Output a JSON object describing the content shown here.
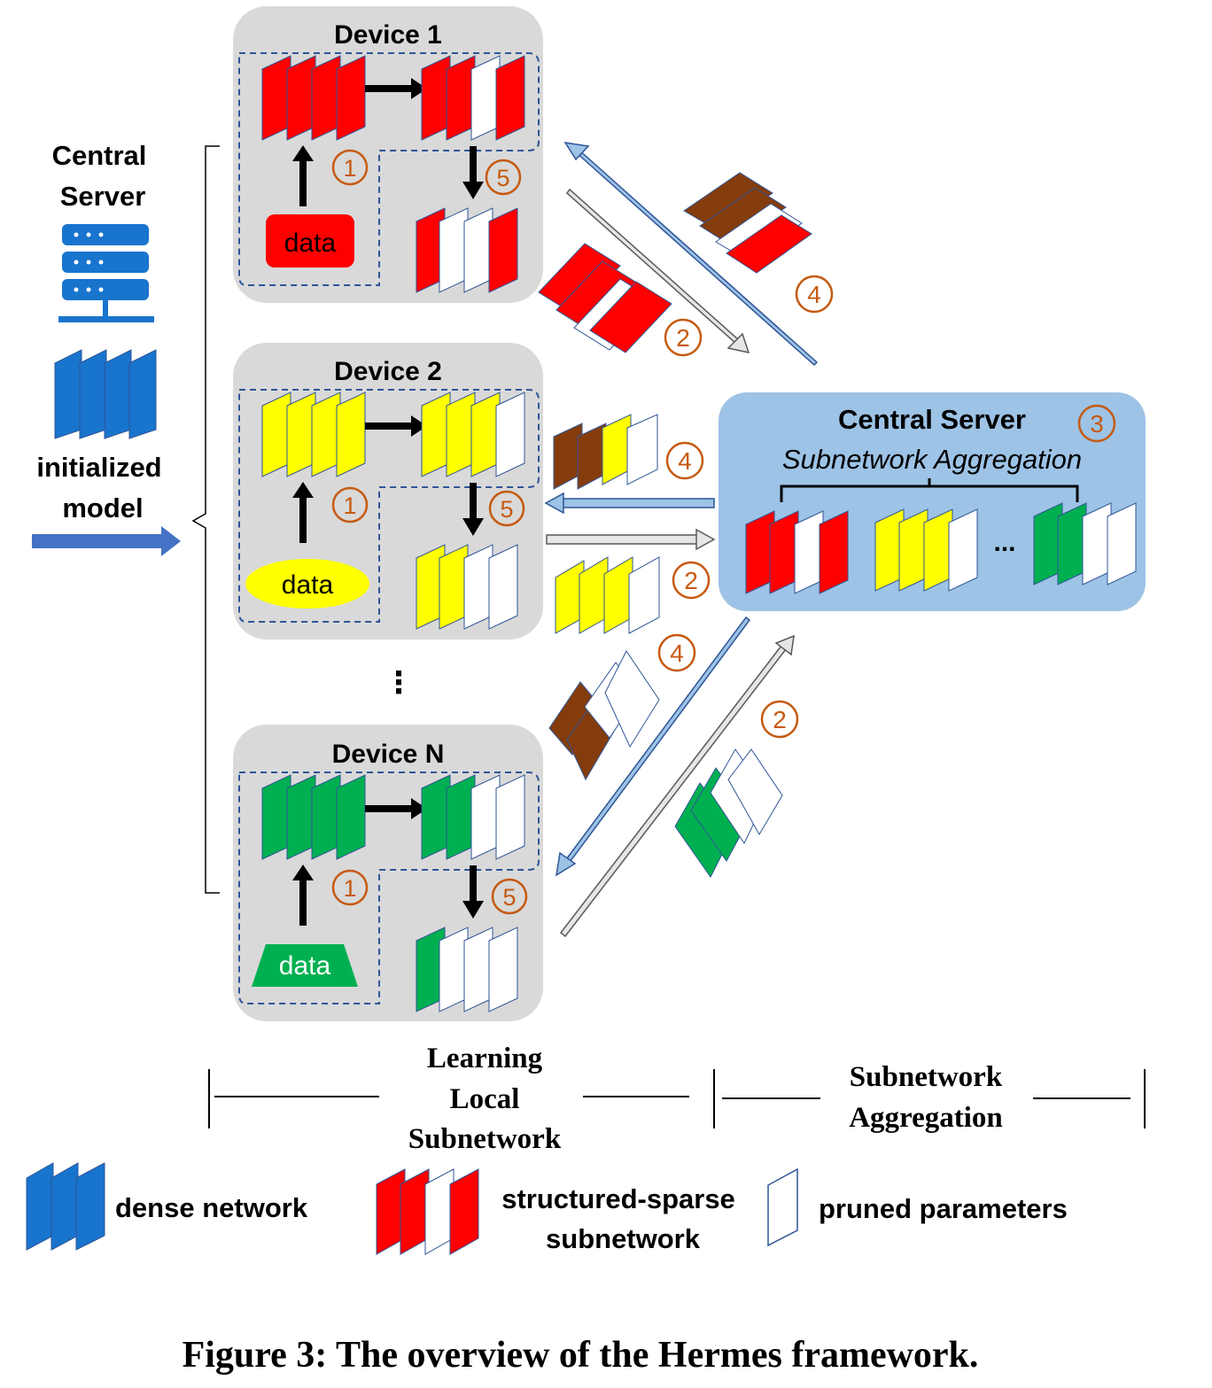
{
  "server": {
    "label_line1": "Central",
    "label_line2": "Server",
    "model_line1": "initialized",
    "model_line2": "model"
  },
  "devices": [
    {
      "title": "Device 1",
      "data_label": "data",
      "data_shape": "rounded-rect",
      "color": "#ff0000"
    },
    {
      "title": "Device 2",
      "data_label": "data",
      "data_shape": "ellipse",
      "color": "#ffff00"
    },
    {
      "title": "Device N",
      "data_label": "data",
      "data_shape": "trapezoid",
      "color": "#00b050"
    }
  ],
  "ellipsis_vertical": "⋮",
  "central": {
    "title": "Central Server",
    "subtitle": "Subnetwork Aggregation",
    "ellipsis": "...",
    "step": "3"
  },
  "steps": {
    "one": "1",
    "two": "2",
    "four": "4",
    "five": "5"
  },
  "phases": {
    "local_line1": "Learning",
    "local_line2": "Local",
    "local_line3": "Subnetwork",
    "agg_line1": "Subnetwork",
    "agg_line2": "Aggregation"
  },
  "legend": {
    "dense": "dense network",
    "sparse_line1": "structured-sparse",
    "sparse_line2": "subnetwork",
    "pruned": "pruned parameters"
  },
  "caption": "Figure 3: The overview of the Hermes framework.",
  "colors": {
    "red": "#ff0000",
    "yellow": "#ffff00",
    "green": "#00b050",
    "brown": "#843c0c",
    "blue": "#0070c0",
    "step_orange": "#c55a11",
    "device_bg": "#d9d9d9",
    "server_bg": "#9dc3e6",
    "dash": "#2f5597",
    "arrow_blue": "#9dc3e6",
    "arrow_gray": "#e7e6e6"
  }
}
